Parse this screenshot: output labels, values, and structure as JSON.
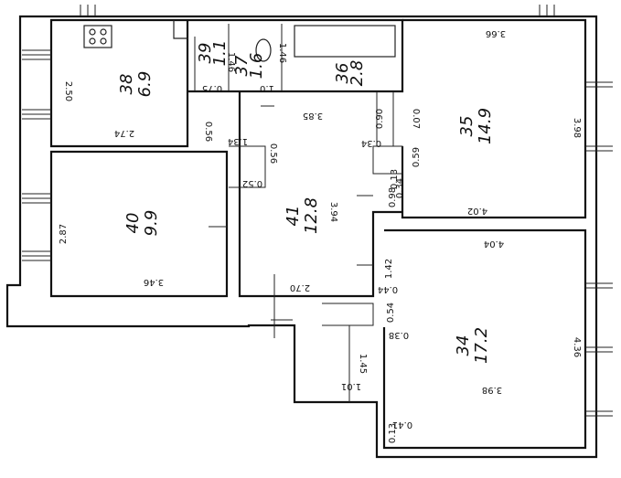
{
  "rooms": [
    {
      "id": "kitchen",
      "number": "38",
      "area": "6.9"
    },
    {
      "id": "wc",
      "number": "39",
      "area": "1.1"
    },
    {
      "id": "closet",
      "number": "37",
      "area": "1.6"
    },
    {
      "id": "bath",
      "number": "36",
      "area": "2.8"
    },
    {
      "id": "room40",
      "number": "40",
      "area": "9.9"
    },
    {
      "id": "hall",
      "number": "41",
      "area": "12.8"
    },
    {
      "id": "room35",
      "number": "35",
      "area": "14.9"
    },
    {
      "id": "room34",
      "number": "34",
      "area": "17.2"
    }
  ],
  "dimensions": {
    "kitchen_height": "2.50",
    "kitchen_width": "2.74",
    "wc_width": "0.75",
    "closet_width": "1.0",
    "wc_height": "1.46",
    "bath_height": "1.46",
    "hall_top": "3.85",
    "hall_height": "3.94",
    "hall_bottom": "2.70",
    "hall_left_a": "1.34",
    "hall_left_b": "0.56",
    "hall_left_c": "0.52",
    "hall_left_d": "0.56",
    "door_a": "0.90",
    "door_b": "0.34",
    "door_c": "0.59",
    "door_d": "0.13",
    "door_e": "0.98",
    "door_f": "0.34",
    "room40_height": "2.87",
    "room40_width": "3.46",
    "room35_top": "3.66",
    "room35_height": "3.98",
    "room35_bottom": "4.02",
    "room35_side": "0.07",
    "room34_top": "4.04",
    "room34_height": "4.36",
    "room34_bottom": "3.98",
    "room34_a": "1.42",
    "room34_b": "0.44",
    "room34_c": "0.54",
    "room34_d": "0.38",
    "room34_e": "0.41",
    "room34_f": "0.13",
    "vestibule_height": "1.45",
    "vestibule_width": "1.01"
  },
  "icons": {
    "stove": "stove-icon",
    "toilet": "toilet-icon",
    "bathtub": "bathtub-icon",
    "sink": "sink-icon"
  }
}
